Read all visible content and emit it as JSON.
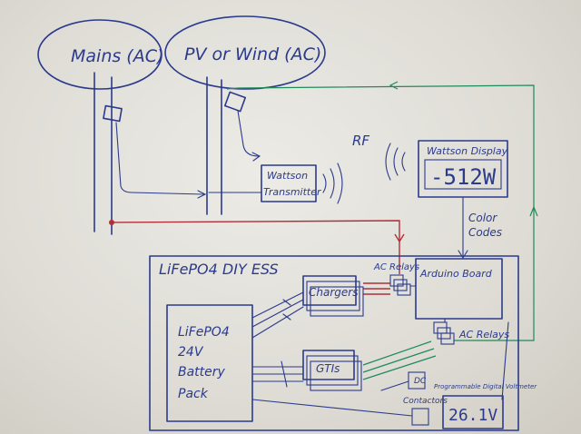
{
  "labels": {
    "mains": "Mains (AC)",
    "pv": "PV or Wind (AC)",
    "rf": "RF",
    "transmitter_l1": "Wattson",
    "transmitter_l2": "Transmitter",
    "display_title": "Wattson Display",
    "display_value": "-512W",
    "color_codes_l1": "Color",
    "color_codes_l2": "Codes",
    "ess_title": "LiFePO4 DIY ESS",
    "ac_relays_top": "AC Relays",
    "arduino": "Arduino Board",
    "chargers": "Chargers",
    "battery_l1": "LiFePO4",
    "battery_l2": "24V",
    "battery_l3": "Battery",
    "battery_l4": "Pack",
    "gtis": "GTIs",
    "ac_relays_bottom": "AC Relays",
    "dc_contactors_l1": "DC",
    "dc_contactors_l2": "Contactors",
    "voltmeter_label": "Programmable Digital Voltmeter",
    "voltmeter_value": "26.1V"
  },
  "colors": {
    "ink_blue": "#2b3a8c",
    "ink_red": "#b0303a",
    "ink_green": "#1f8a5a"
  }
}
